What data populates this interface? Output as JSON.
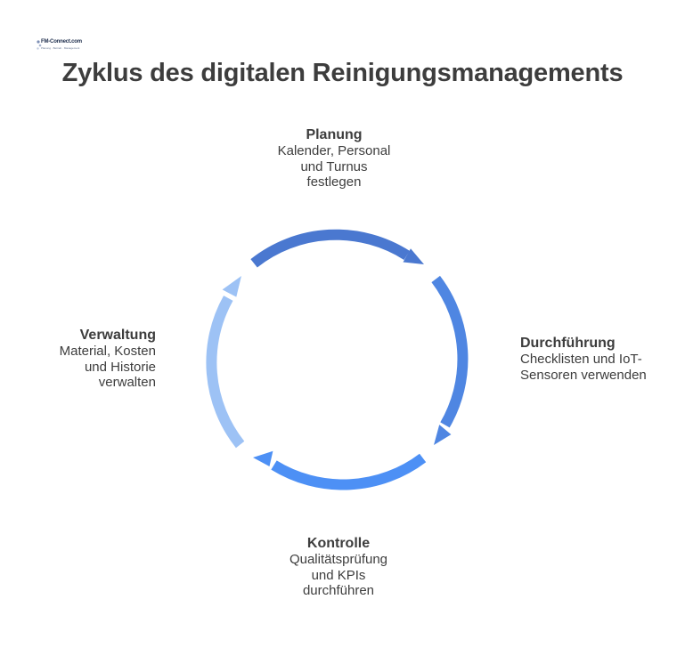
{
  "logo": {
    "text": "FM-Connect.com",
    "tagline": "Planung · Betrieb · Management"
  },
  "title": "Zyklus des digitalen Reinigungsmanagements",
  "stages": {
    "planung": {
      "title": "Planung",
      "line1": "Kalender, Personal",
      "line2": "und Turnus",
      "line3": "festlegen",
      "color": "#4a78d0"
    },
    "durchfuehrung": {
      "title": "Durchführung",
      "line1": "Checklisten und IoT-",
      "line2": "Sensoren verwenden",
      "color": "#4f86e2"
    },
    "kontrolle": {
      "title": "Kontrolle",
      "line1": "Qualitätsprüfung",
      "line2": "und KPIs",
      "line3": "durchführen",
      "color": "#4d90f5"
    },
    "verwaltung": {
      "title": "Verwaltung",
      "line1": "Material, Kosten",
      "line2": "und Historie",
      "line3": "verwalten",
      "color": "#9dc2f5"
    }
  }
}
